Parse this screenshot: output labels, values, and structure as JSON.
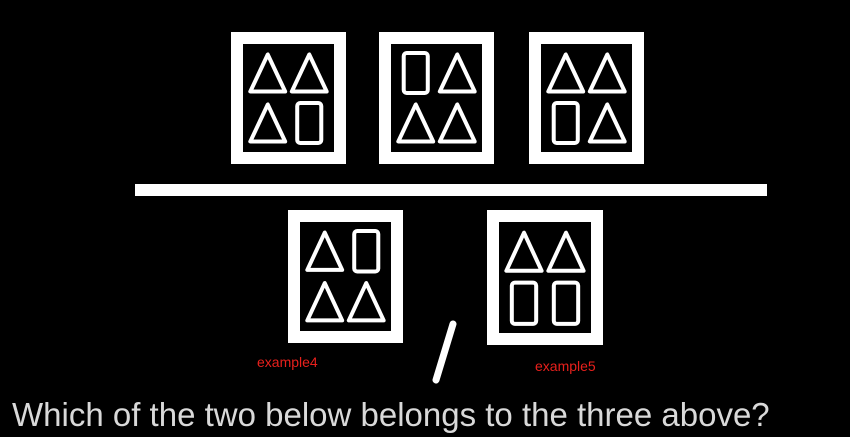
{
  "puzzle": {
    "question": "Which of the two below belongs to the three above?",
    "example_labels": [
      "example4",
      "example5"
    ],
    "colors": {
      "background": "#000000",
      "shape": "#ffffff",
      "label": "#e8201c",
      "question_text": "#d9d9d9"
    },
    "top_row": [
      {
        "name": "card-top-1",
        "cells": [
          "triangle",
          "triangle",
          "triangle",
          "square"
        ]
      },
      {
        "name": "card-top-2",
        "cells": [
          "square",
          "triangle",
          "triangle",
          "triangle"
        ]
      },
      {
        "name": "card-top-3",
        "cells": [
          "triangle",
          "triangle",
          "square",
          "triangle"
        ]
      }
    ],
    "bottom_row": [
      {
        "name": "card-example4",
        "cells": [
          "triangle",
          "square",
          "triangle",
          "triangle"
        ]
      },
      {
        "name": "card-example5",
        "cells": [
          "triangle",
          "triangle",
          "square",
          "square"
        ]
      }
    ]
  }
}
